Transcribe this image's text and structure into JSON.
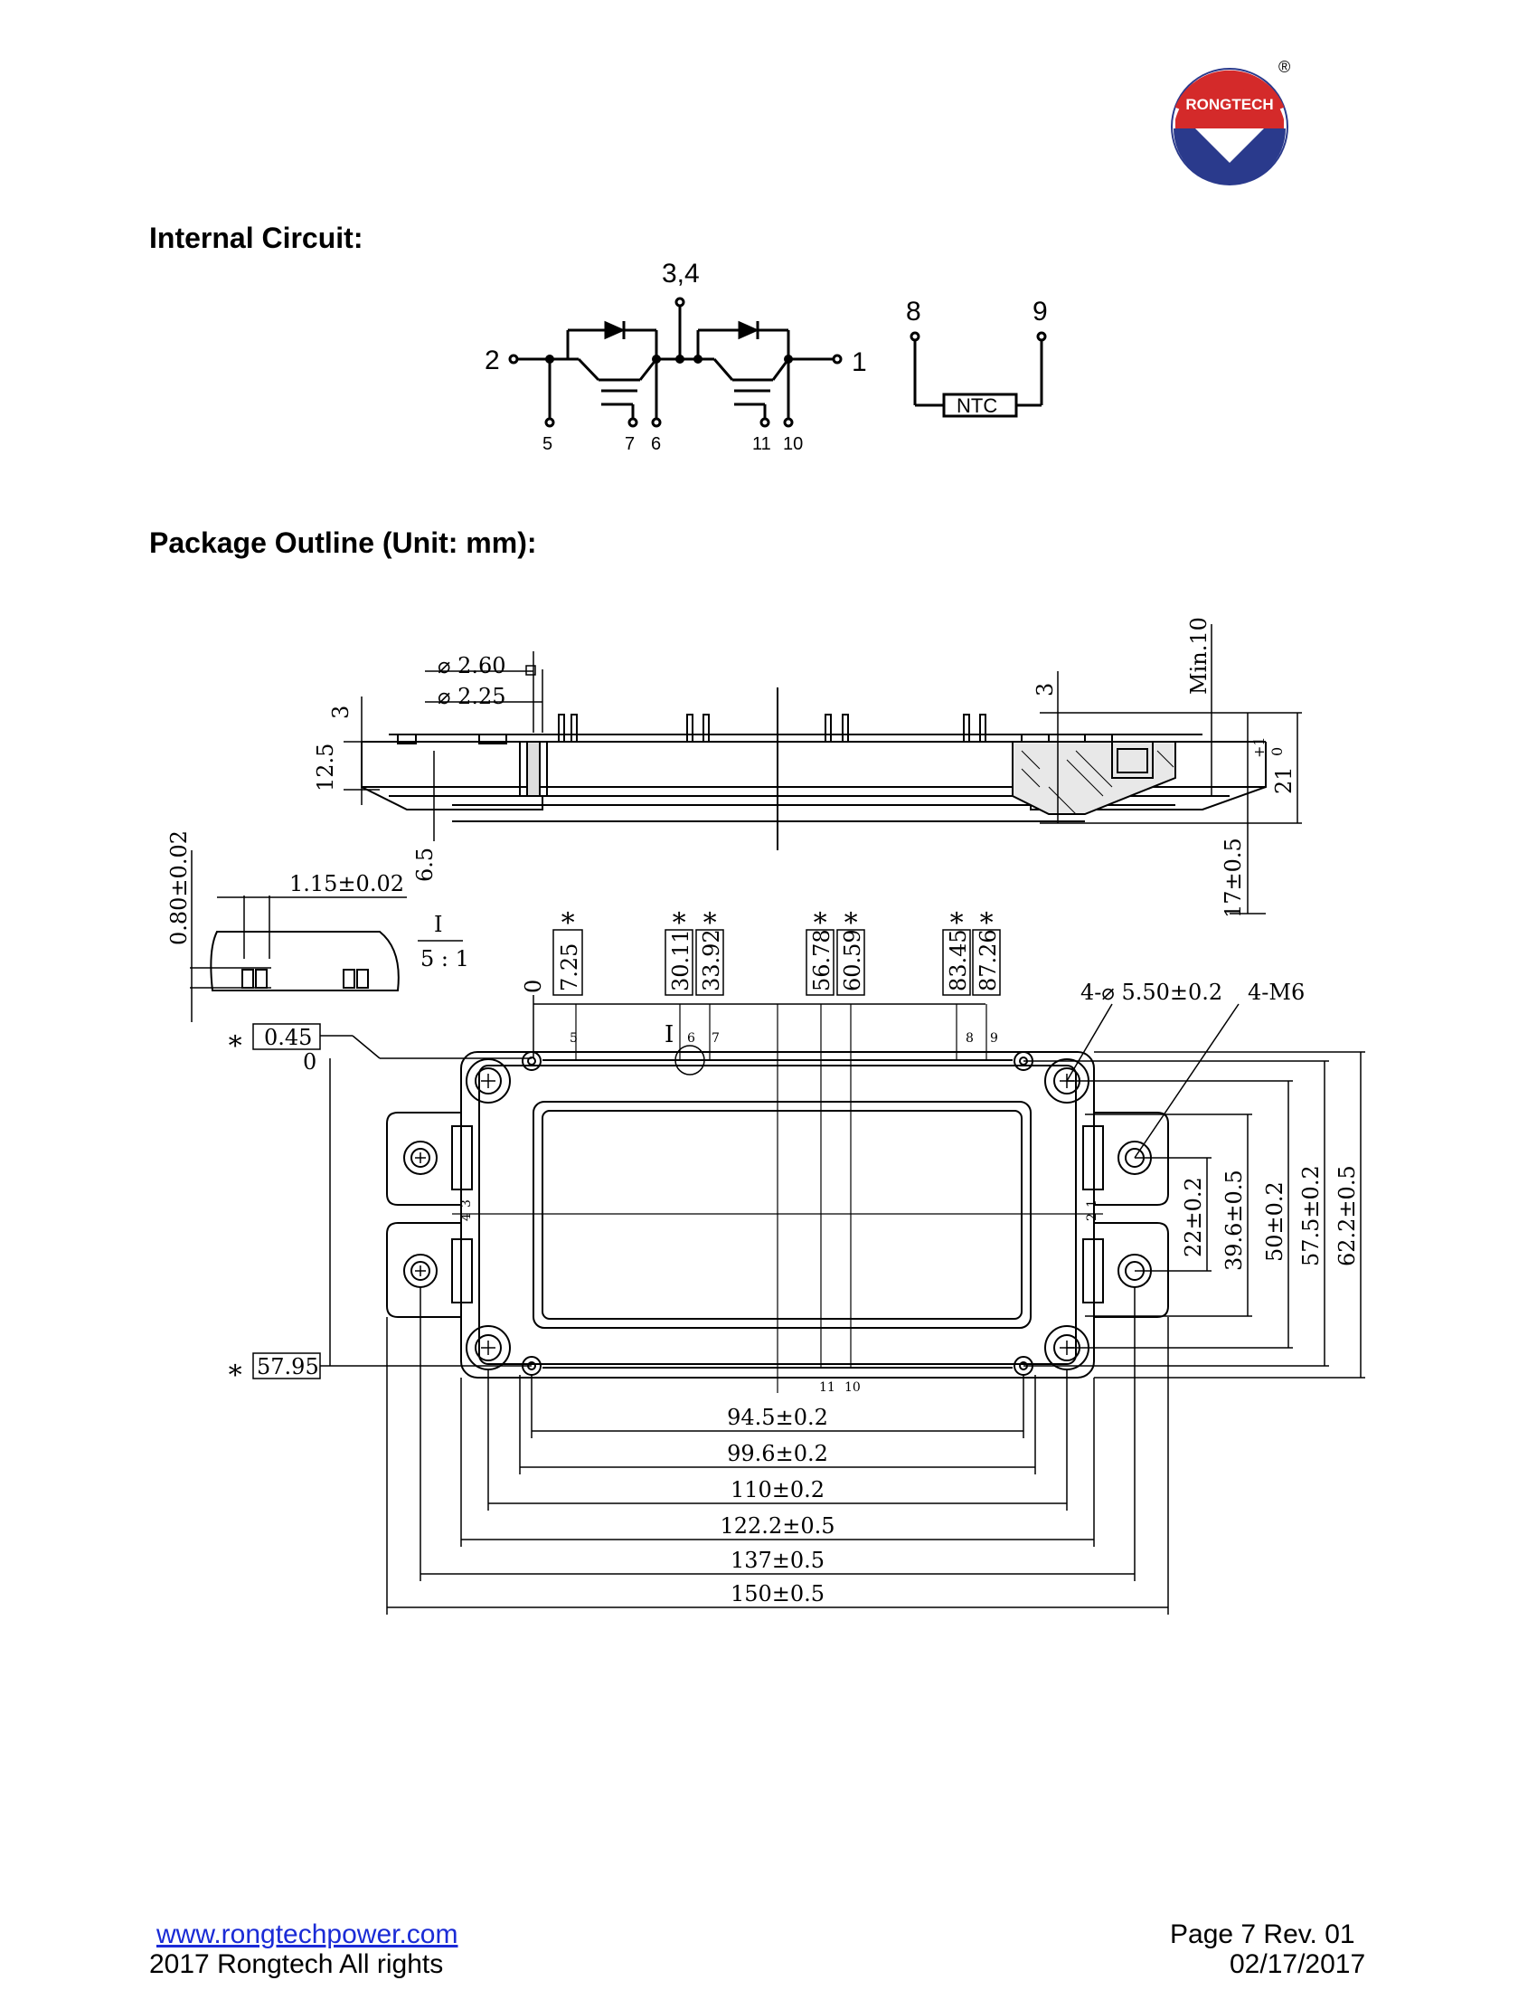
{
  "logo": {
    "brand": "RONGTECH",
    "registered": "®"
  },
  "sections": {
    "internal_circuit_title": "Internal Circuit:",
    "package_outline_title": "Package Outline (Unit: mm):"
  },
  "circuit": {
    "terminals": {
      "t34": "3,4",
      "t2": "2",
      "t1": "1",
      "t5": "5",
      "t7": "7",
      "t6": "6",
      "t11": "11",
      "t10": "10",
      "t8": "8",
      "t9": "9"
    },
    "ntc_label": "NTC"
  },
  "outline": {
    "side": {
      "dia1": "⌀ 2.60",
      "dia2": "⌀ 2.25",
      "d3": "3",
      "d12_5": "12.5",
      "d6_5": "6.5",
      "d3_right": "3",
      "min10": "Min.10",
      "d21": "21",
      "tol21_plus": "+1",
      "tol21_zero": "0",
      "d17": "17±0.5"
    },
    "detail": {
      "d080": "0.80±0.02",
      "d115": "1.15±0.02",
      "label": "I",
      "scale": "5 : 1"
    },
    "pin_positions": {
      "zero": "0",
      "values": [
        "7.25",
        "30.11",
        "33.92",
        "56.78",
        "60.59",
        "83.45",
        "87.26"
      ],
      "star": "∗"
    },
    "pin_labels": {
      "p5": "5",
      "p6": "6",
      "p7": "7",
      "p8": "8",
      "p9": "9",
      "p11": "11",
      "p10": "10",
      "detail_marker": "I"
    },
    "terminal_labels": {
      "t3": "3",
      "t4": "4",
      "t1": "1",
      "t2": "2"
    },
    "left": {
      "d045": "0.45",
      "zero": "0",
      "d5795": "57.95",
      "star": "∗"
    },
    "holes": {
      "dia": "4-⌀ 5.50±0.2",
      "m6": "4-M6"
    },
    "vertical": [
      "22±0.2",
      "39.6±0.5",
      "50±0.2",
      "57.5±0.2",
      "62.2±0.5"
    ],
    "horizontal": [
      "94.5±0.2",
      "99.6±0.2",
      "110±0.2",
      "122.2±0.5",
      "137±0.5",
      "150±0.5"
    ]
  },
  "footer": {
    "website": "www.rongtechpower.com",
    "copyright": "2017 Rongtech All rights",
    "page": "Page 7  Rev. 01",
    "date": "02/17/2017"
  }
}
